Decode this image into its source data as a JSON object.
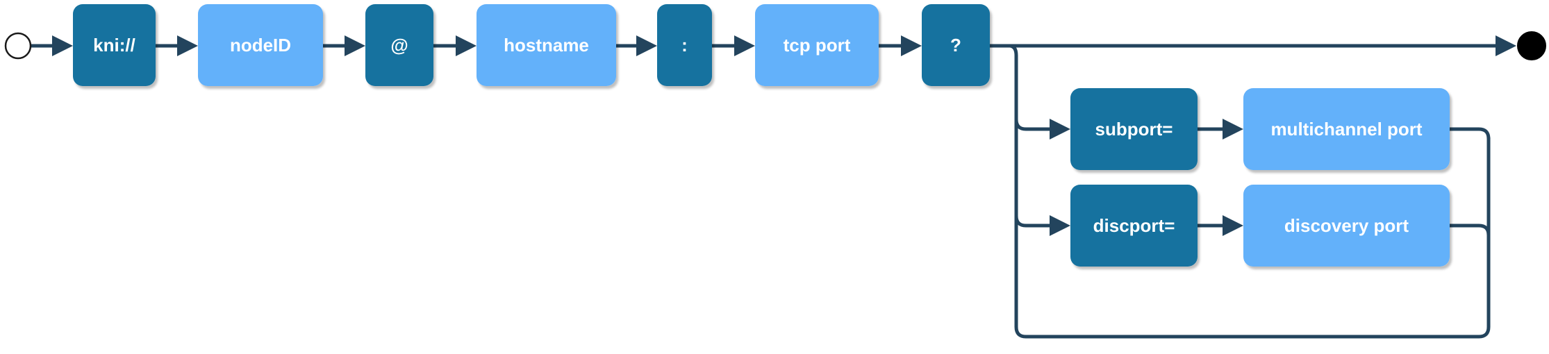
{
  "colors": {
    "dark_node": "#13729F",
    "light_node": "#64B1FA",
    "line": "#23445D",
    "text": "#FFFFFF",
    "background": "#FFFFFF"
  },
  "diagram": {
    "start_marker": "open-circle",
    "end_marker": "filled-circle",
    "main_sequence": [
      {
        "id": "kni",
        "label": "kni://",
        "style": "dark"
      },
      {
        "id": "nodeid",
        "label": "nodeID",
        "style": "light"
      },
      {
        "id": "at",
        "label": "@",
        "style": "dark"
      },
      {
        "id": "hostname",
        "label": "hostname",
        "style": "light"
      },
      {
        "id": "colon",
        "label": ":",
        "style": "dark"
      },
      {
        "id": "tcp-port",
        "label": "tcp port",
        "style": "light"
      },
      {
        "id": "question",
        "label": "?",
        "style": "dark"
      }
    ],
    "options": [
      {
        "id": "subport",
        "key_label": "subport=",
        "value_label": "multichannel port"
      },
      {
        "id": "discport",
        "key_label": "discport=",
        "value_label": "discovery port"
      }
    ]
  }
}
